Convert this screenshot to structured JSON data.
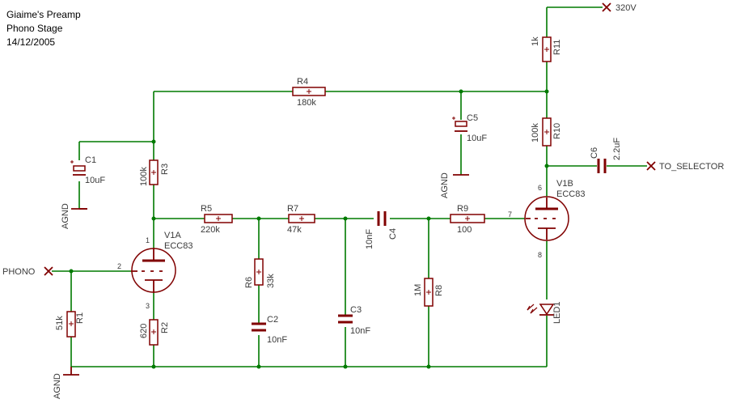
{
  "header": {
    "line1": "Giaime's Preamp",
    "line2": "Phono Stage",
    "line3": "14/12/2005"
  },
  "colors": {
    "wire": "#007a00",
    "component": "#800000",
    "text": "#3a3a3a"
  },
  "nets": {
    "supply": "320V",
    "output": "TO_SELECTOR",
    "input": "PHONO",
    "agnd": "AGND"
  },
  "components": {
    "R1": {
      "name": "R1",
      "value": "51k"
    },
    "R2": {
      "name": "R2",
      "value": "620"
    },
    "R3": {
      "name": "R3",
      "value": "100k"
    },
    "R4": {
      "name": "R4",
      "value": "180k"
    },
    "R5": {
      "name": "R5",
      "value": "220k"
    },
    "R6": {
      "name": "R6",
      "value": "33k"
    },
    "R7": {
      "name": "R7",
      "value": "47k"
    },
    "R8": {
      "name": "R8",
      "value": "1M"
    },
    "R9": {
      "name": "R9",
      "value": "100"
    },
    "R10": {
      "name": "R10",
      "value": "100k"
    },
    "R11": {
      "name": "R11",
      "value": "1k"
    },
    "C1": {
      "name": "C1",
      "value": "10uF"
    },
    "C2": {
      "name": "C2",
      "value": "10nF"
    },
    "C3": {
      "name": "C3",
      "value": "10nF"
    },
    "C4": {
      "name": "C4",
      "value": "10nF"
    },
    "C5": {
      "name": "C5",
      "value": "10uF"
    },
    "C6": {
      "name": "C6",
      "value": "2.2uF"
    },
    "V1A": {
      "name": "V1A",
      "value": "ECC83"
    },
    "V1B": {
      "name": "V1B",
      "value": "ECC83"
    },
    "LED1": {
      "name": "LED1"
    }
  },
  "pins": {
    "v1a_plate": "1",
    "v1a_grid": "2",
    "v1a_cathode": "3",
    "v1b_plate": "6",
    "v1b_grid": "7",
    "v1b_cathode": "8"
  }
}
